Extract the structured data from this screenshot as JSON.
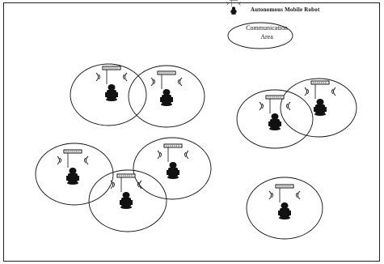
{
  "legend": {
    "robot_label": "Autonomous Mobile Robot",
    "area_label_line1": "Communication",
    "area_label_line2": "Area"
  },
  "groups": [
    {
      "name": "top-left-pair",
      "robots": 2
    },
    {
      "name": "top-right-pair",
      "robots": 2
    },
    {
      "name": "bottom-left-triple",
      "robots": 3
    },
    {
      "name": "bottom-right-single",
      "robots": 1
    }
  ],
  "icons": {
    "robot": "robot-icon",
    "area": "communication-area-ellipse",
    "signal": "signal-wave-icon"
  },
  "colors": {
    "ink": "#111111",
    "background": "#ffffff"
  }
}
